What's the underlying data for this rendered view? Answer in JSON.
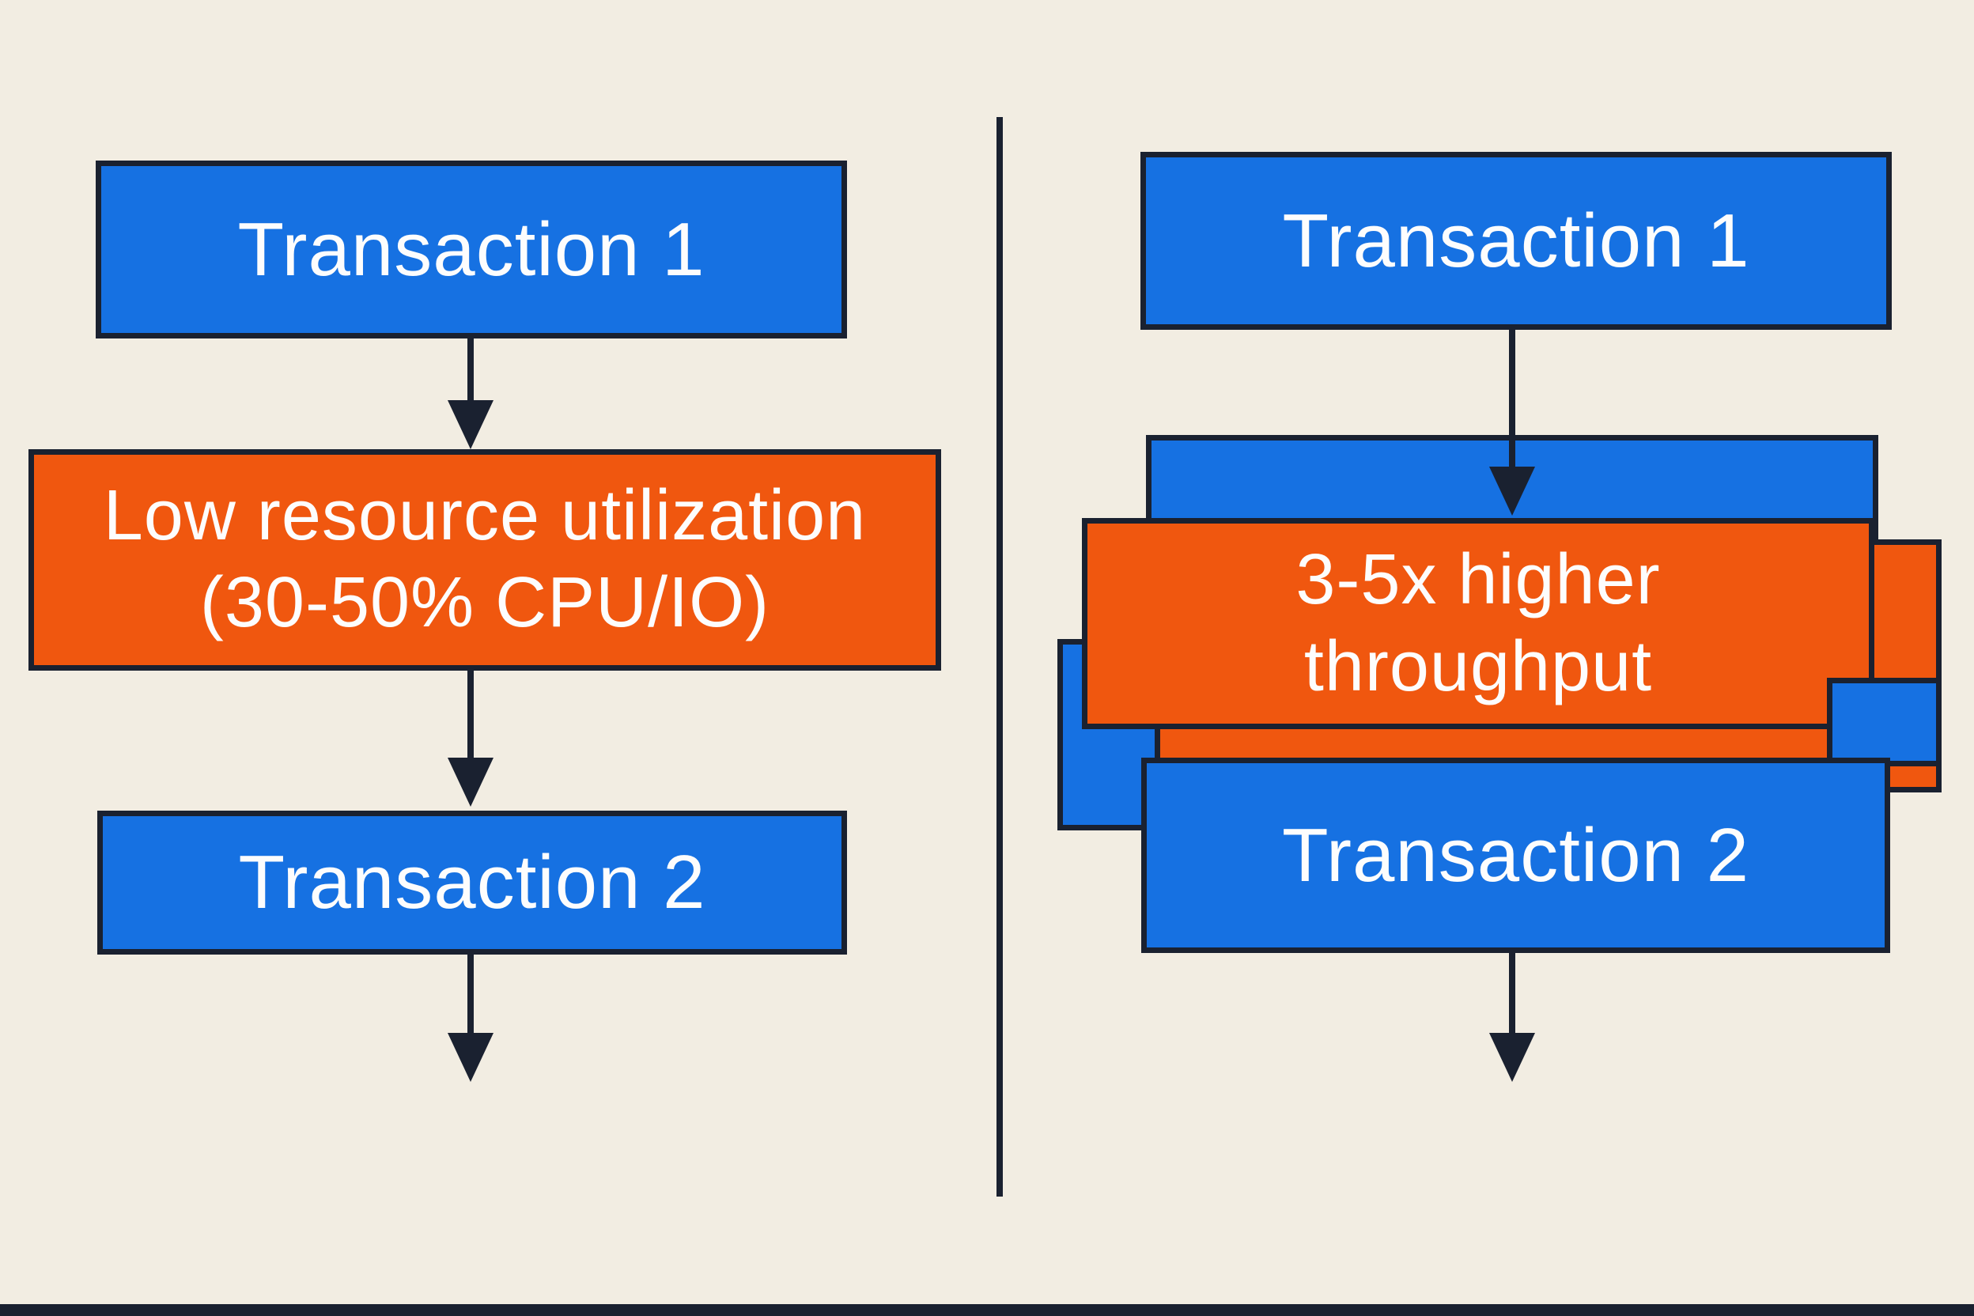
{
  "theme": {
    "background": "#f2ede2",
    "box_blue": "#1671e2",
    "box_orange": "#f0570f",
    "line_dark": "#1a2130",
    "text_white": "#fdfdfd"
  },
  "left_panel": {
    "transaction1_label": "Transaction 1",
    "bottleneck_line1": "Low resource utilization",
    "bottleneck_line2": "(30-50% CPU/IO)",
    "transaction2_label": "Transaction 2"
  },
  "right_panel": {
    "transaction1_label": "Transaction 1",
    "benefit_line1": "3-5x higher",
    "benefit_line2": "throughput",
    "transaction2_label": "Transaction 2"
  }
}
